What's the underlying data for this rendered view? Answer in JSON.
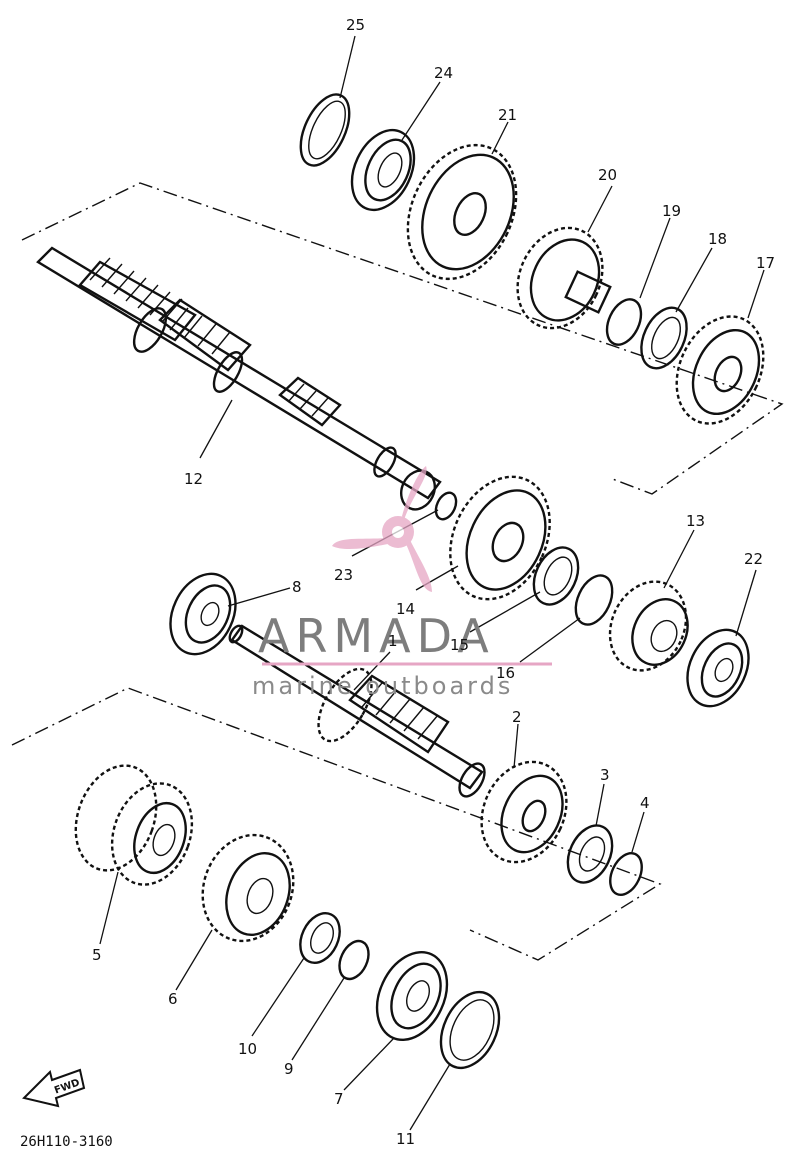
{
  "diagram": {
    "parts": [
      {
        "num": "1"
      },
      {
        "num": "2"
      },
      {
        "num": "3"
      },
      {
        "num": "4"
      },
      {
        "num": "5"
      },
      {
        "num": "6"
      },
      {
        "num": "7"
      },
      {
        "num": "8"
      },
      {
        "num": "9"
      },
      {
        "num": "10"
      },
      {
        "num": "11"
      },
      {
        "num": "12"
      },
      {
        "num": "13"
      },
      {
        "num": "14"
      },
      {
        "num": "15"
      },
      {
        "num": "16"
      },
      {
        "num": "17"
      },
      {
        "num": "18"
      },
      {
        "num": "19"
      },
      {
        "num": "20"
      },
      {
        "num": "21"
      },
      {
        "num": "22"
      },
      {
        "num": "23"
      },
      {
        "num": "24"
      },
      {
        "num": "25"
      }
    ],
    "drawing_code": "26H110-3160",
    "direction_label": "FWD"
  },
  "watermark": {
    "brand": "ARMADA",
    "tagline": "marine outboards",
    "logo_color": "#e6a6c4",
    "text_color": "#7d7d7d"
  }
}
